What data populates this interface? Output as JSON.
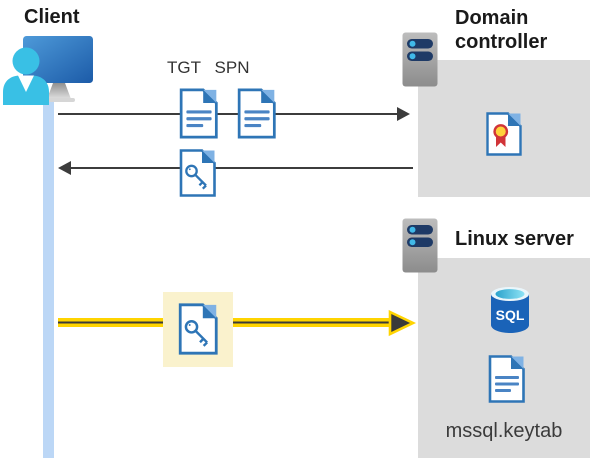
{
  "client": {
    "label": "Client"
  },
  "tickets": {
    "tgt_label": "TGT",
    "spn_label": "SPN"
  },
  "domain_controller": {
    "label": "Domain controller"
  },
  "linux_server": {
    "label": "Linux server",
    "sql_badge": "SQL",
    "keytab_label": "mssql.keytab"
  },
  "colors": {
    "document_blue": "#2E75B6",
    "arrow_gray": "#3C3C3C",
    "auth_arrow_yellow": "#FFD400",
    "key_highlight": "#FAF2CD",
    "server_box_gray": "#DCDCDC",
    "client_timeline_blue": "#BCD7F6",
    "sql_database_blue": "#1A63B8",
    "user_cyan": "#39C0E5",
    "certificate_red": "#D13438",
    "certificate_yellow": "#FFD23B"
  }
}
